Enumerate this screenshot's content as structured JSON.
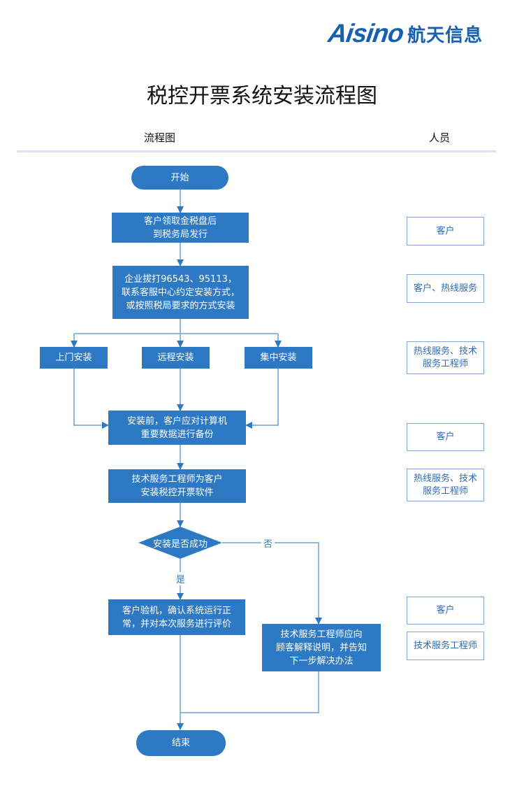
{
  "brand": {
    "latin": "Aisino",
    "chinese": "航天信息",
    "color": "#1560b0"
  },
  "title": "税控开票系统安装流程图",
  "columns": {
    "flow": "流程图",
    "people": "人员"
  },
  "colors": {
    "node_fill": "#2e79c4",
    "connector": "#6f9fd8",
    "person_border": "#7ea6d6",
    "person_text": "#2e6db4",
    "rule": "#dae3f3"
  },
  "flow": {
    "start": "开始",
    "step1": "客户领取金税盘后\n到税务局发行",
    "step2": "企业拔打96543、95113，\n联系客服中心约定安装方式，\n或按照税局要求的方式安装",
    "option_onsite": "上门安装",
    "option_remote": "远程安装",
    "option_central": "集中安装",
    "step3": "安装前，客户应对计算机\n重要数据进行备份",
    "step4": "技术服务工程师为客户\n安装税控开票软件",
    "decision": "安装是否成功",
    "yes_label": "是",
    "no_label": "否",
    "step_yes": "客户验机，确认系统运行正\n常，并对本次服务进行评价",
    "step_no": "技术服务工程师应向\n顾客解释说明，并告知\n下一步解决办法",
    "end": "结束"
  },
  "people": [
    "客户",
    "客户、热线服务",
    "热线服务、技术\n服务工程师",
    "客户",
    "热线服务、技术\n服务工程师",
    "客户",
    "技术服务工程师"
  ]
}
